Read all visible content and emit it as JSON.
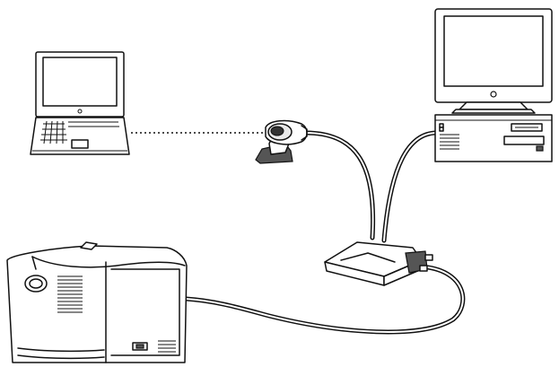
{
  "diagram": {
    "nodes": [
      {
        "id": "laptop",
        "icon": "laptop-icon"
      },
      {
        "id": "infrared-adapter",
        "icon": "infrared-adapter-icon"
      },
      {
        "id": "desktop-computer",
        "icon": "desktop-computer-icon"
      },
      {
        "id": "interface-box",
        "icon": "interface-box-icon"
      },
      {
        "id": "printer",
        "icon": "printer-icon"
      }
    ],
    "links": [
      {
        "from": "laptop",
        "to": "infrared-adapter",
        "style": "dotted"
      },
      {
        "from": "infrared-adapter",
        "to": "interface-box",
        "style": "cable"
      },
      {
        "from": "desktop-computer",
        "to": "interface-box",
        "style": "cable"
      },
      {
        "from": "interface-box",
        "to": "printer",
        "style": "cable"
      }
    ],
    "colors": {
      "line": "#111111",
      "background": "#ffffff",
      "shade": "#e9e9e9"
    }
  }
}
